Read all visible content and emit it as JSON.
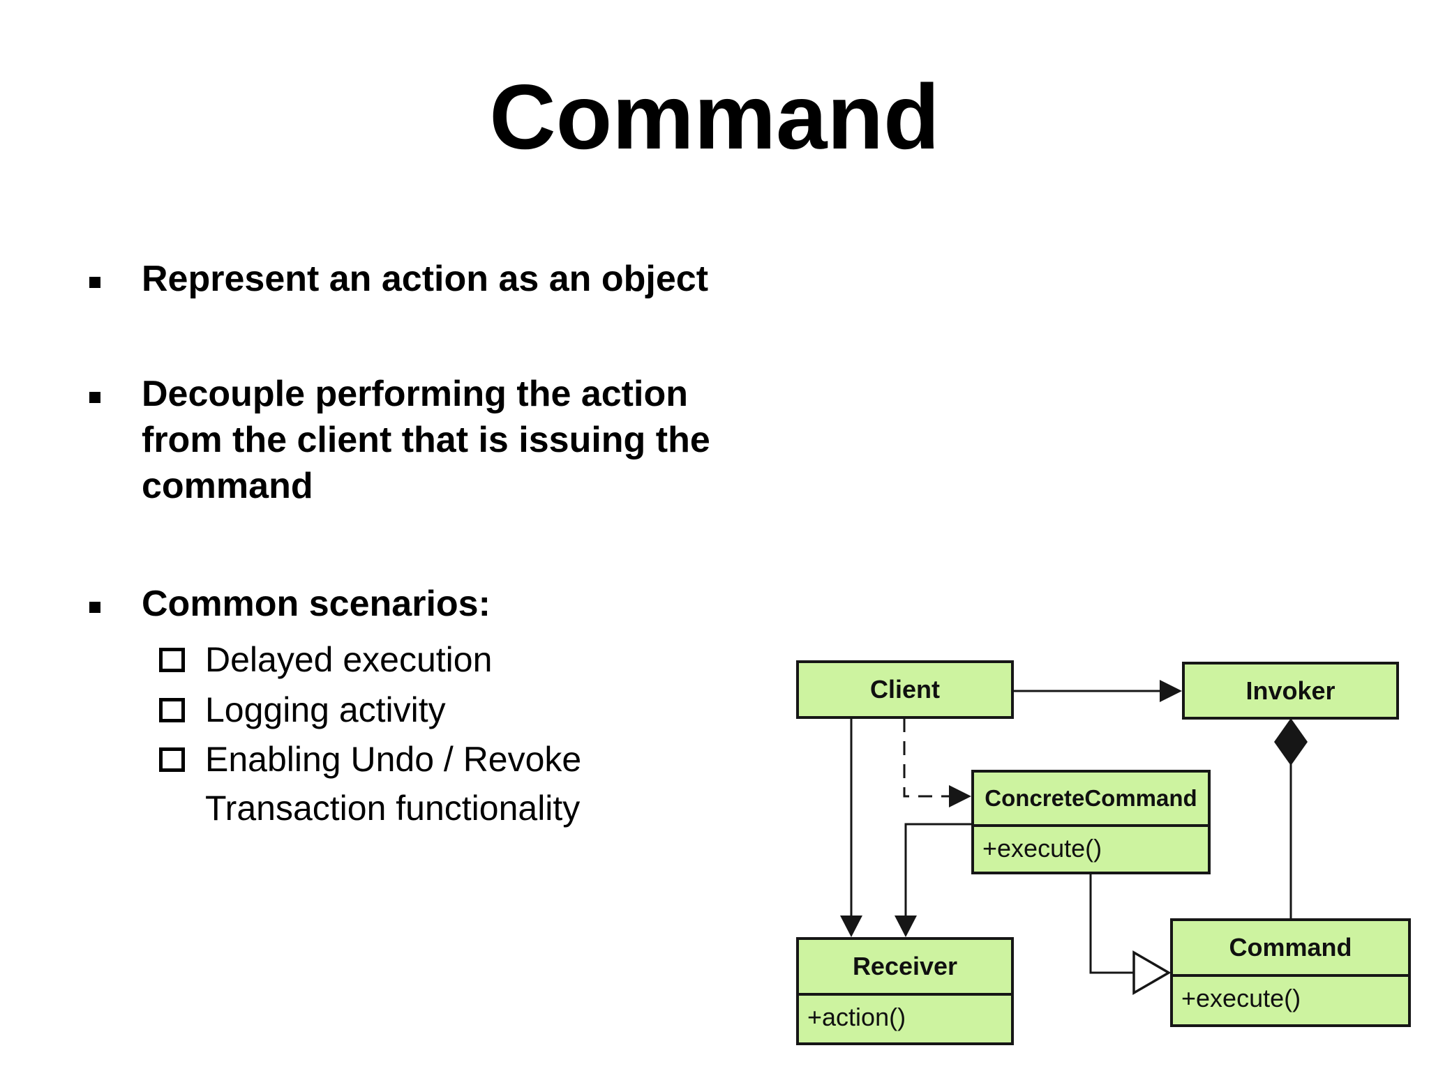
{
  "slide": {
    "title": "Command",
    "bullets": [
      {
        "lines": [
          "Represent an action as an object"
        ]
      },
      {
        "lines": [
          "Decouple performing the action",
          "from the client that is issuing the",
          "command"
        ]
      },
      {
        "lines": [
          "Common scenarios:"
        ]
      }
    ],
    "sub_bullets": [
      {
        "lines": [
          "Delayed execution"
        ]
      },
      {
        "lines": [
          "Logging activity"
        ]
      },
      {
        "lines": [
          "Enabling Undo / Revoke",
          "Transaction functionality"
        ]
      }
    ]
  },
  "diagram": {
    "classes": [
      {
        "id": "client",
        "name": "Client",
        "methods": []
      },
      {
        "id": "invoker",
        "name": "Invoker",
        "methods": []
      },
      {
        "id": "concrete-command",
        "name": "ConcreteCommand",
        "methods": [
          "+execute()"
        ]
      },
      {
        "id": "receiver",
        "name": "Receiver",
        "methods": [
          "+action()"
        ]
      },
      {
        "id": "command",
        "name": "Command",
        "methods": [
          "+execute()"
        ]
      }
    ],
    "relations": [
      {
        "from": "client",
        "to": "invoker",
        "type": "association"
      },
      {
        "from": "client",
        "to": "concrete-command",
        "type": "dependency-dashed"
      },
      {
        "from": "client",
        "to": "receiver",
        "type": "association"
      },
      {
        "from": "concrete-command",
        "to": "receiver",
        "type": "association"
      },
      {
        "from": "concrete-command",
        "to": "command",
        "type": "inheritance"
      },
      {
        "from": "invoker",
        "to": "command",
        "type": "composition"
      }
    ],
    "colors": {
      "class_fill": "#cdf3a0",
      "class_border": "#161616",
      "line": "#161616"
    }
  }
}
